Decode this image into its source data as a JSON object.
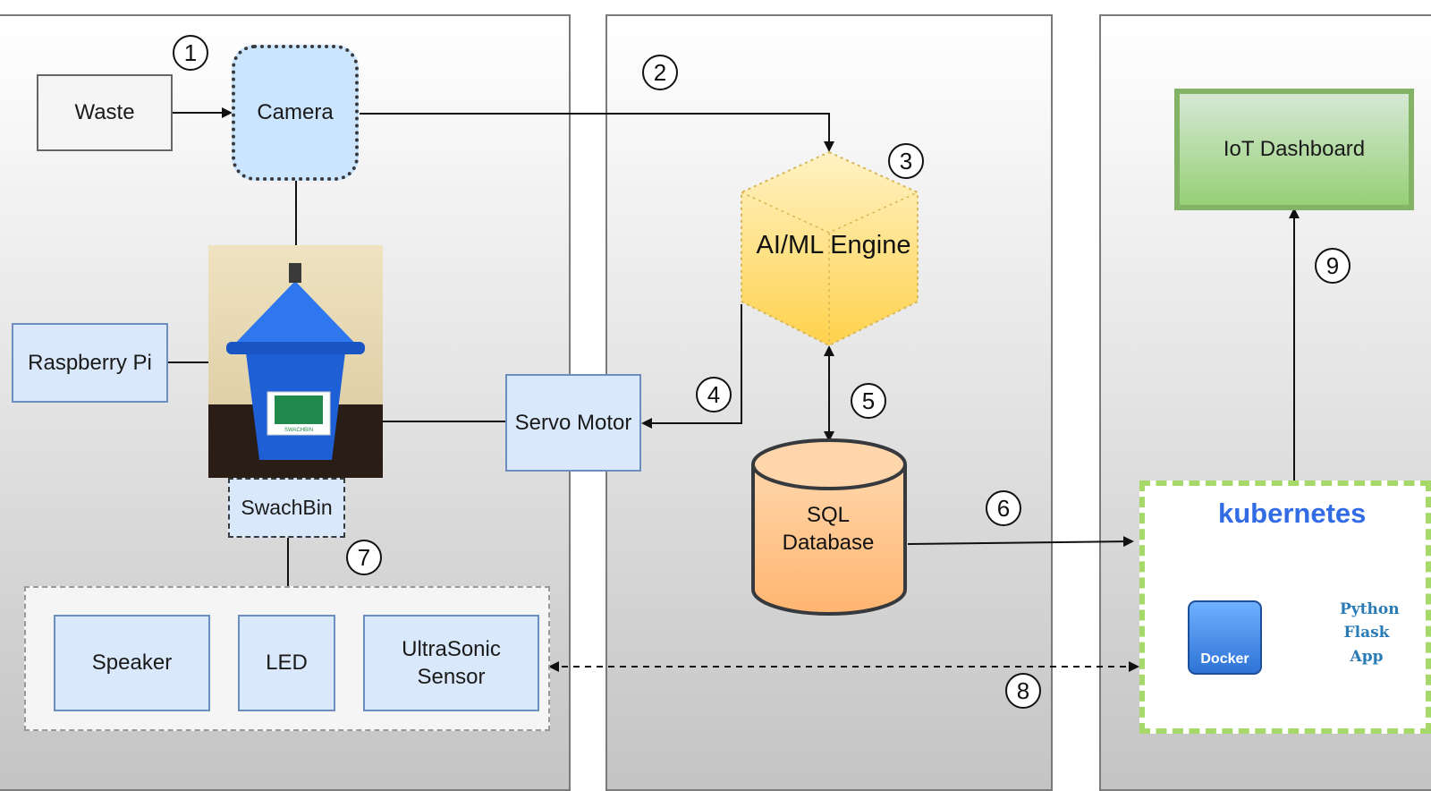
{
  "nodes": {
    "waste": "Waste",
    "camera": "Camera",
    "raspberry_pi": "Raspberry Pi",
    "swachbin": "SwachBin",
    "bin_sticker": "SWACHBIN",
    "servo_motor": "Servo Motor",
    "speaker": "Speaker",
    "led": "LED",
    "ultrasonic_sensor": "UltraSonic Sensor",
    "ai_ml_engine": "AI/ML Engine",
    "sql_database": "SQL Database",
    "iot_dashboard": "IoT Dashboard",
    "kubernetes": "kubernetes",
    "docker": "Docker",
    "flask_app": "Python Flask App"
  },
  "step_numbers": [
    "1",
    "2",
    "3",
    "4",
    "5",
    "6",
    "7",
    "8",
    "9"
  ],
  "colors": {
    "blue_box_fill": "#dae8fc",
    "blue_box_border": "#6c8ebf",
    "camera_fill": "#cce5ff",
    "ai_engine_fill": "#ffd966",
    "database_fill": "#ffcc99",
    "dashboard_fill": "#97d077",
    "dashboard_border": "#82b366",
    "kubernetes_border": "#a6d96a",
    "kubernetes_text": "#326ce5",
    "docker_blue": "#2f74d6",
    "bin_blue": "#1e5fd6"
  },
  "icons": [
    "kubernetes-helm-icon",
    "docker-gear-icon",
    "flask-hexagon-icon",
    "swachbin-photo"
  ]
}
